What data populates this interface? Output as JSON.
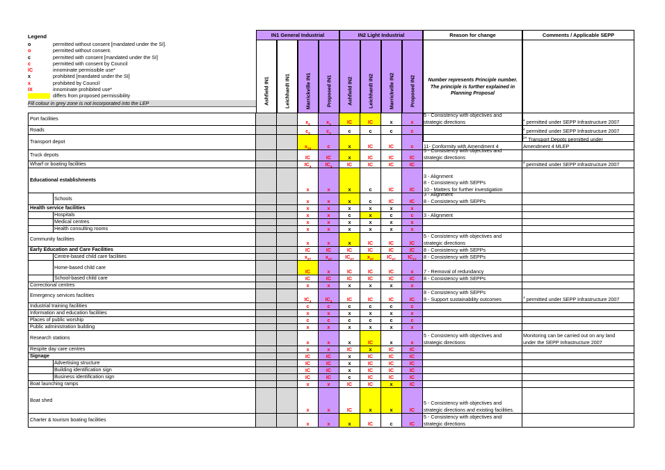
{
  "legend": {
    "title": "Legend",
    "items": [
      {
        "symbol": "o",
        "text": "permitted without consent [mandated under the SI].",
        "style": "black"
      },
      {
        "symbol": "o",
        "text": "permitted without consent.",
        "style": "red"
      },
      {
        "symbol": "c",
        "text": "permitted with consent [mandated under the SI]",
        "style": "black"
      },
      {
        "symbol": "c",
        "text": "permitted with consent by Council",
        "style": "red"
      },
      {
        "symbol": "IC",
        "text": "innominate permissible use*",
        "style": "red"
      },
      {
        "symbol": "x",
        "text": "prohibited [mandated under the SI]",
        "style": "black"
      },
      {
        "symbol": "x",
        "text": "prohibited by Council",
        "style": "red"
      },
      {
        "symbol": "IX",
        "text": "innominate prohibited use*",
        "style": "red"
      },
      {
        "symbol": "",
        "text": "differs from proposed permissibility",
        "style": "swatch"
      }
    ],
    "footnote": "Fill colour in grey  zone is not incorporated into the LEP"
  },
  "header": {
    "group_in1": "IN1 General Industrial",
    "group_in2": "IN2 Light Industrial",
    "reason": "Reason for change",
    "comments": "Comments  / Applicable SEPP",
    "cols": [
      "Ashfield IN1",
      "Leichhardt IN1",
      "Marrickville IN1",
      "Proposed IN1",
      "Ashfield IN2",
      "Leichhardt IN2",
      "Marrickville IN2",
      "Proposed IN2"
    ],
    "reason_note": [
      "Number represents Principle number.",
      "The principle is further explained in",
      "Planning Proposal"
    ]
  },
  "colors": {
    "grey": "#d9d9d9",
    "purple": "#cc99ff",
    "yellow": "#ffff00",
    "red": "#ff0000"
  },
  "rows": [
    {
      "label": "Port facilities",
      "v": [
        "",
        "",
        "x|4",
        "x|4",
        "IC",
        "IC",
        "x",
        "x"
      ],
      "f": [
        "g",
        "g",
        "w",
        "p",
        "y",
        "y",
        "w",
        "p"
      ],
      "r": [
        "5 - Consistency with objectives and",
        "strategic directions"
      ],
      "cm": "|4| permitted under SEPP Infrastructure 2007"
    },
    {
      "label": "Roads",
      "v": [
        "",
        "",
        "c|4",
        "c|4",
        "c",
        "c",
        "c",
        "c"
      ],
      "f": [
        "g",
        "g",
        "w",
        "p",
        "w",
        "w",
        "w",
        "p"
      ],
      "r": [],
      "cm": "|4| permitted under SEPP Infrastructure 2007"
    },
    {
      "label": "Transport depot",
      "v": [
        "",
        "",
        "x|24",
        "c",
        "x",
        "IC",
        "IC",
        "c"
      ],
      "f": [
        "g",
        "g",
        "y",
        "p",
        "y",
        "w",
        "w",
        "p"
      ],
      "r": [
        "11- Conformity with Amendment 4"
      ],
      "cm": "|24| Transport Depots permitted under|Amendment 4 MLEP"
    },
    {
      "label": "Truck depots",
      "v": [
        "",
        "",
        "IC",
        "IC",
        "x",
        "IC",
        "IC",
        "IC"
      ],
      "f": [
        "g",
        "g",
        "w",
        "p",
        "y",
        "w",
        "w",
        "p"
      ],
      "r": [
        "5 - Consistency with objectives and",
        "strategic directions"
      ],
      "cm": ""
    },
    {
      "label": "Wharf or boating facilities",
      "v": [
        "",
        "",
        "IC|4",
        "IC|4",
        "IC",
        "IC",
        "IC",
        "IC"
      ],
      "f": [
        "g",
        "g",
        "w",
        "p",
        "w",
        "w",
        "w",
        "p"
      ],
      "r": [],
      "cm": "|4| permitted under SEPP Infrastructure 2007"
    },
    {
      "label": "Educational establishments",
      "v": [
        "",
        "",
        "x",
        "x",
        "x",
        "c",
        "IC",
        "IC"
      ],
      "f": [
        "g",
        "g",
        "w",
        "p",
        "y",
        "w",
        "w",
        "p"
      ],
      "r": [
        "3 -  Alignment",
        "8 - Consistency with SEPPs",
        "10 - Matters for further investigation"
      ],
      "cm": ""
    },
    {
      "label": "Schools",
      "v": [
        "",
        "",
        "x",
        "x",
        "x",
        "c",
        "IC",
        "IC"
      ],
      "f": [
        "g",
        "g",
        "w",
        "p",
        "y",
        "w",
        "w",
        "p"
      ],
      "r": [
        "3 -  Alignment",
        "8 - Consistency with SEPPs"
      ],
      "cm": ""
    },
    {
      "label": "Health service facilities",
      "v": [
        "",
        "",
        "x",
        "x",
        "x",
        "x",
        "x",
        "x"
      ],
      "f": [
        "g",
        "g",
        "w",
        "p",
        "w",
        "w",
        "w",
        "p"
      ],
      "r": [],
      "cm": ""
    },
    {
      "label": "Hospitals",
      "v": [
        "",
        "",
        "x",
        "x",
        "c",
        "x",
        "c",
        "c"
      ],
      "f": [
        "g",
        "g",
        "w",
        "p",
        "w",
        "y",
        "w",
        "p"
      ],
      "r": [
        "3 -  Alignment"
      ],
      "cm": ""
    },
    {
      "label": "Medical centres",
      "v": [
        "",
        "",
        "x",
        "x",
        "x",
        "x",
        "x",
        "x"
      ],
      "f": [
        "g",
        "g",
        "w",
        "p",
        "w",
        "w",
        "w",
        "p"
      ],
      "r": [],
      "cm": ""
    },
    {
      "label": "Health consulting rooms",
      "v": [
        "",
        "",
        "x",
        "x",
        "x",
        "x",
        "x",
        "x"
      ],
      "f": [
        "g",
        "g",
        "w",
        "p",
        "w",
        "w",
        "w",
        "p"
      ],
      "r": [],
      "cm": ""
    },
    {
      "label": "Community facilities",
      "v": [
        "",
        "",
        "x",
        "x",
        "x",
        "IC",
        "IC",
        "IC"
      ],
      "f": [
        "g",
        "g",
        "w",
        "p",
        "y",
        "w",
        "w",
        "p"
      ],
      "r": [
        "5 - Consistency with objectives and",
        "strategic directions"
      ],
      "cm": ""
    },
    {
      "label": "Early Education and Care Facilities",
      "v": [
        "",
        "",
        "IC",
        "IC",
        "IC",
        "IC",
        "IC",
        "IC"
      ],
      "f": [
        "g",
        "g",
        "w",
        "p",
        "w",
        "w",
        "w",
        "p"
      ],
      "r": [
        "8 - Consistency with SEPPs"
      ],
      "cm": ""
    },
    {
      "label": "Centre-based child care facilities",
      "v": [
        "",
        "",
        "x|27",
        "x|27",
        "IC|27",
        "x|27",
        "IC|27",
        "IC|27"
      ],
      "f": [
        "g",
        "g",
        "w",
        "p",
        "w",
        "y",
        "w",
        "p"
      ],
      "r": [
        "8 - Consistency with SEPPs"
      ],
      "cm": ""
    },
    {
      "label": "Home-based child care",
      "v": [
        "",
        "",
        "IC",
        "x",
        "IC",
        "IC",
        "IC",
        "x"
      ],
      "f": [
        "g",
        "g",
        "y",
        "p",
        "w",
        "w",
        "w",
        "p"
      ],
      "r": [
        "7 - Removal of redundancy"
      ],
      "cm": ""
    },
    {
      "label": "School-based child care",
      "v": [
        "",
        "",
        "IC",
        "IC",
        "IC",
        "IC",
        "IC",
        "IC"
      ],
      "f": [
        "g",
        "g",
        "w",
        "p",
        "w",
        "w",
        "w",
        "p"
      ],
      "r": [
        "8 - Consistency with SEPPs"
      ],
      "cm": ""
    },
    {
      "label": "Correctional centres",
      "v": [
        "",
        "",
        "x",
        "x",
        "x",
        "x",
        "x",
        "x"
      ],
      "f": [
        "g",
        "g",
        "w",
        "p",
        "w",
        "w",
        "w",
        "p"
      ],
      "r": [],
      "cm": ""
    },
    {
      "label": "Emergency services facilities",
      "v": [
        "",
        "",
        "IC|4",
        "IC|4",
        "IC",
        "IC",
        "IC",
        "IC"
      ],
      "f": [
        "g",
        "g",
        "w",
        "p",
        "w",
        "w",
        "w",
        "p"
      ],
      "r": [
        "8 - Consistency with SEPPs",
        "9 - Support sustainability outcomes"
      ],
      "cm": "|4| permitted under SEPP Infrastructure 2007"
    },
    {
      "label": "Industrial training facilities",
      "v": [
        "",
        "",
        "c",
        "c",
        "c",
        "c",
        "c",
        "c"
      ],
      "f": [
        "g",
        "g",
        "w",
        "p",
        "w",
        "w",
        "w",
        "p"
      ],
      "r": [],
      "cm": ""
    },
    {
      "label": "Information and education facilities",
      "v": [
        "",
        "",
        "x",
        "x",
        "x",
        "x",
        "x",
        "x"
      ],
      "f": [
        "g",
        "g",
        "w",
        "p",
        "w",
        "w",
        "w",
        "p"
      ],
      "r": [],
      "cm": ""
    },
    {
      "label": "Places of public worship",
      "v": [
        "",
        "",
        "c",
        "c",
        "c",
        "c",
        "c",
        "c"
      ],
      "f": [
        "g",
        "g",
        "w",
        "p",
        "w",
        "w",
        "w",
        "p"
      ],
      "r": [],
      "cm": ""
    },
    {
      "label": "Public administration building",
      "v": [
        "",
        "",
        "x",
        "x",
        "x",
        "x",
        "x",
        "x"
      ],
      "f": [
        "g",
        "g",
        "w",
        "p",
        "w",
        "w",
        "w",
        "p"
      ],
      "r": [],
      "cm": ""
    },
    {
      "label": "Research stations",
      "v": [
        "",
        "",
        "x",
        "x",
        "x",
        "IC",
        "x",
        "x"
      ],
      "f": [
        "g",
        "g",
        "w",
        "p",
        "w",
        "y",
        "w",
        "p"
      ],
      "r": [
        "5 - Consistency with objectives and",
        "strategic directions"
      ],
      "cm": "Monitoring can be carried out on any land|under the SEPP Infrastructure 2007"
    },
    {
      "label": "Respite day care centres",
      "v": [
        "",
        "",
        "x",
        "x",
        "IC",
        "x",
        "IC",
        "IC"
      ],
      "f": [
        "g",
        "g",
        "w",
        "p",
        "w",
        "y",
        "w",
        "p"
      ],
      "r": [],
      "cm": ""
    },
    {
      "label": "Signage",
      "v": [
        "",
        "",
        "IC",
        "IC",
        "x",
        "IC",
        "IC",
        "IC"
      ],
      "f": [
        "g",
        "g",
        "w",
        "p",
        "w",
        "w",
        "w",
        "p"
      ],
      "r": [],
      "cm": ""
    },
    {
      "label": "Advertising structure",
      "v": [
        "",
        "",
        "IC",
        "IC",
        "x",
        "IC",
        "IC",
        "IC"
      ],
      "f": [
        "g",
        "g",
        "w",
        "p",
        "w",
        "w",
        "w",
        "p"
      ],
      "r": [],
      "cm": ""
    },
    {
      "label": "Building identification sign",
      "v": [
        "",
        "",
        "IC",
        "IC",
        "x",
        "IC",
        "IC",
        "IC"
      ],
      "f": [
        "g",
        "g",
        "w",
        "p",
        "w",
        "w",
        "w",
        "p"
      ],
      "r": [],
      "cm": ""
    },
    {
      "label": "Business identification sign",
      "v": [
        "",
        "",
        "IC",
        "IC",
        "c",
        "IC",
        "IC",
        "IC"
      ],
      "f": [
        "g",
        "g",
        "w",
        "p",
        "w",
        "w",
        "w",
        "p"
      ],
      "r": [],
      "cm": ""
    },
    {
      "label": "Boat launching ramps",
      "v": [
        "",
        "",
        "x",
        "x",
        "IC",
        "IC",
        "x",
        "IC"
      ],
      "f": [
        "g",
        "g",
        "w",
        "p",
        "w",
        "w",
        "y",
        "p"
      ],
      "r": [],
      "cm": ""
    },
    {
      "label": "Boat shed",
      "v": [
        "",
        "",
        "x",
        "x",
        "IC",
        "x",
        "x",
        "IC"
      ],
      "f": [
        "g",
        "g",
        "w",
        "p",
        "w",
        "y",
        "y",
        "p"
      ],
      "r": [
        "5 - Consistency with objectives and",
        "strategic directions and existing facilities."
      ],
      "cm": ""
    },
    {
      "label": "Charter & tourism boating facilities",
      "v": [
        "",
        "",
        "x",
        "x",
        "x",
        "IC",
        "c",
        "IC"
      ],
      "f": [
        "g",
        "g",
        "w",
        "p",
        "y",
        "w",
        "w",
        "p"
      ],
      "r": [
        "5 - Consistency with objectives and",
        "strategic directions"
      ],
      "cm": ""
    }
  ]
}
